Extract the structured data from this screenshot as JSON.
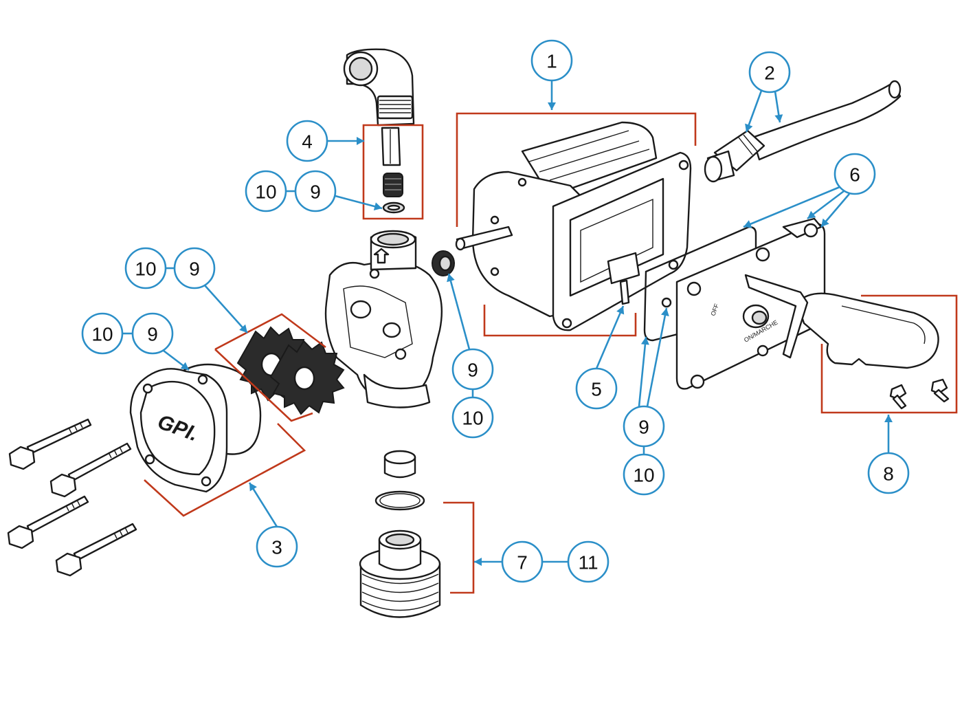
{
  "diagram": {
    "colors": {
      "callout": "#2b8fc8",
      "bracket": "#c0391b",
      "line_art": "#1a1a1a"
    },
    "part_markings": {
      "cover_logo": "GPI.",
      "switch_off": "OFF",
      "switch_on": "ON/MARCHE"
    },
    "callouts": [
      {
        "id": "c1",
        "label": "1"
      },
      {
        "id": "c2",
        "label": "2"
      },
      {
        "id": "c3",
        "label": "3"
      },
      {
        "id": "c4",
        "label": "4"
      },
      {
        "id": "c5",
        "label": "5"
      },
      {
        "id": "c6",
        "label": "6"
      },
      {
        "id": "c7",
        "label": "7"
      },
      {
        "id": "c8",
        "label": "8"
      },
      {
        "id": "c9a",
        "label": "9"
      },
      {
        "id": "c10a",
        "label": "10"
      },
      {
        "id": "c9b",
        "label": "9"
      },
      {
        "id": "c10b",
        "label": "10"
      },
      {
        "id": "c9c",
        "label": "9"
      },
      {
        "id": "c10c",
        "label": "10"
      },
      {
        "id": "c9d",
        "label": "9"
      },
      {
        "id": "c10d",
        "label": "10"
      },
      {
        "id": "c9e",
        "label": "9"
      },
      {
        "id": "c10e",
        "label": "10"
      },
      {
        "id": "c11",
        "label": "11"
      }
    ]
  }
}
